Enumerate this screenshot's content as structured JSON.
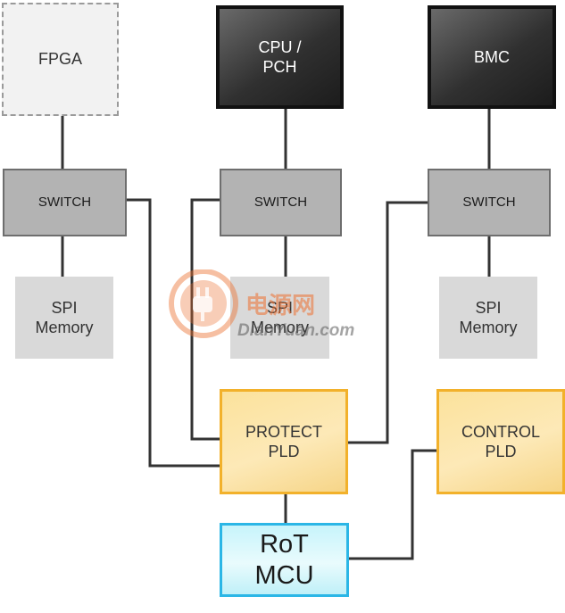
{
  "diagram": {
    "fpga": "FPGA",
    "cpu": "CPU /\nPCH",
    "bmc": "BMC",
    "switches": [
      "SWITCH",
      "SWITCH",
      "SWITCH"
    ],
    "spi_memory": [
      "SPI\nMemory",
      "SPI\nMemory",
      "SPI\nMemory"
    ],
    "protect_pld": "PROTECT\nPLD",
    "control_pld": "CONTROL\nPLD",
    "rot_mcu": "RoT\nMCU"
  },
  "watermark": {
    "title": "电源网",
    "url": "DianYuan.com",
    "icon": "power-plug-icon"
  },
  "colors": {
    "wire": "#333333",
    "protect_border": "#f2b12b",
    "rot_border": "#2bb6e6",
    "watermark": "#ec7030"
  }
}
